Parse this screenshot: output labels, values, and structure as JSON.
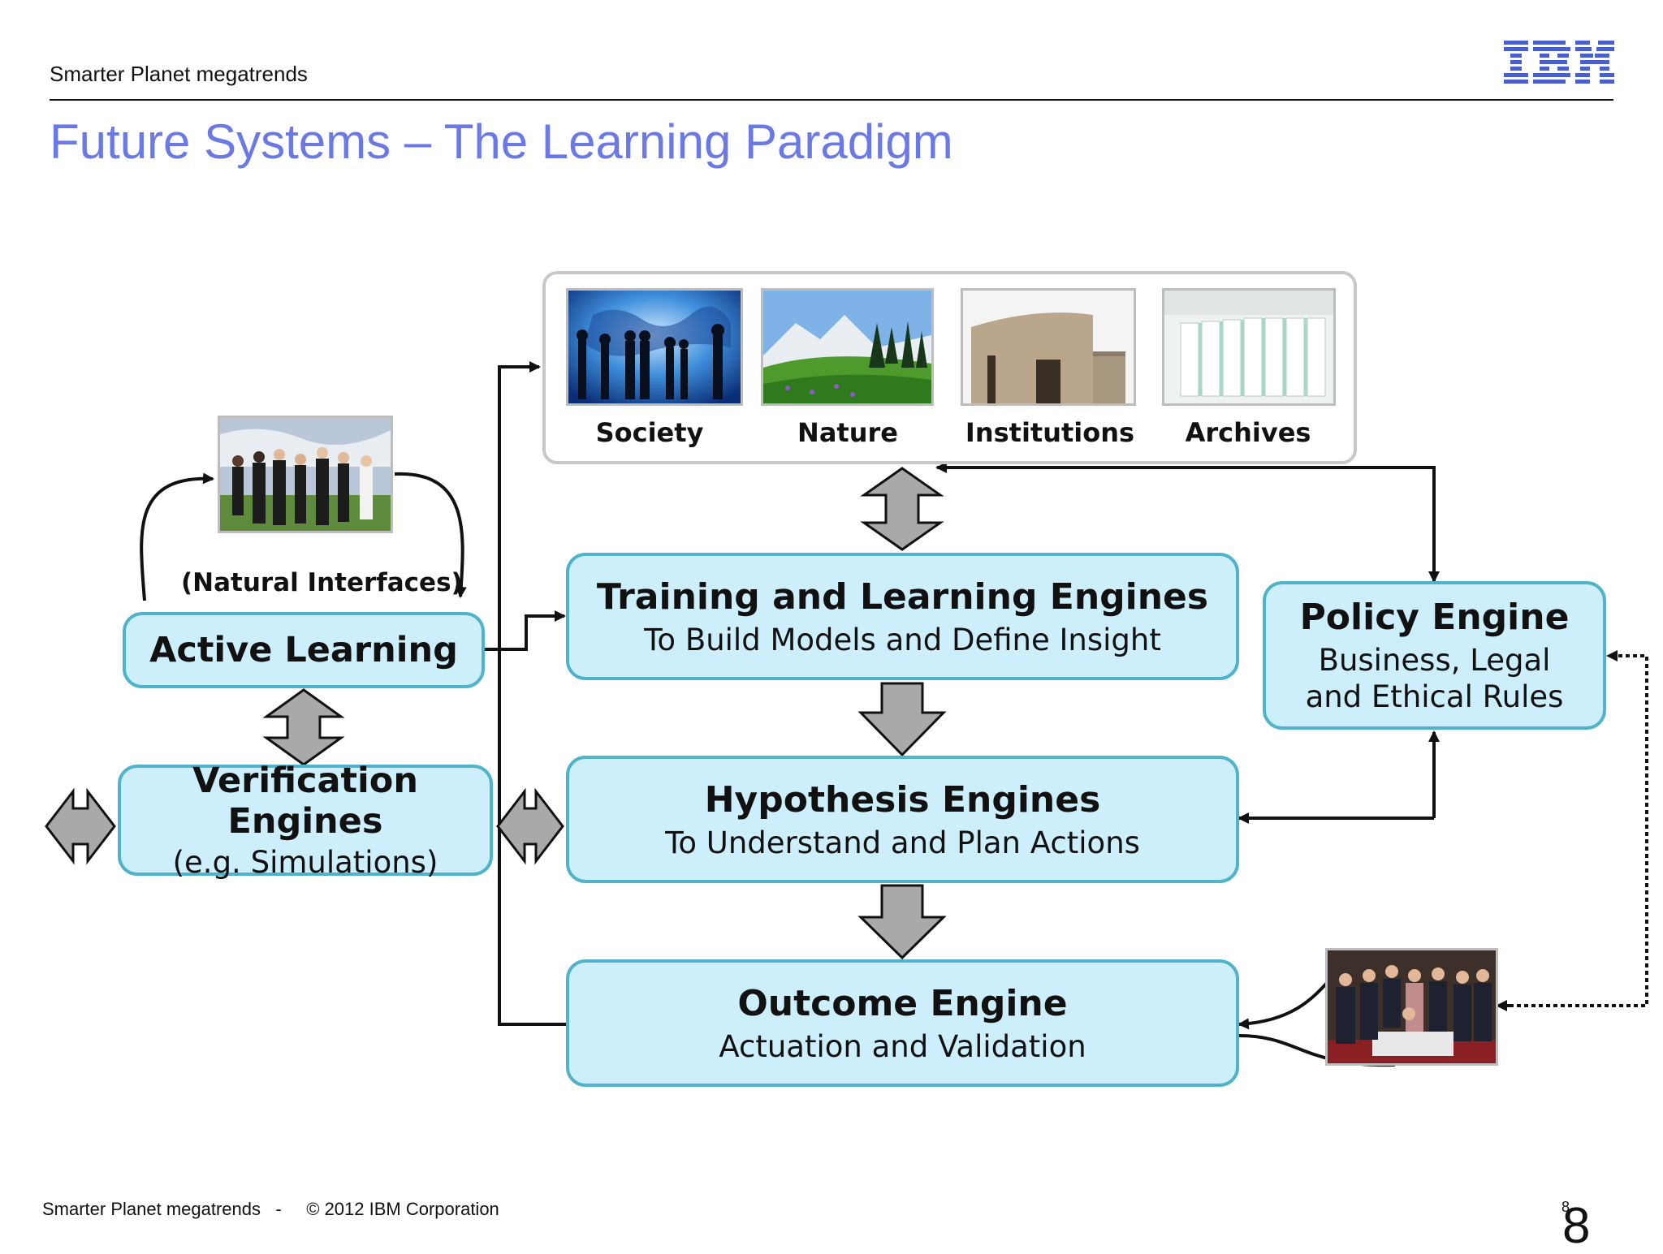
{
  "header": {
    "section": "Smarter Planet megatrends",
    "logo": "IBM"
  },
  "title": "Future Systems – The Learning Paradigm",
  "sources": {
    "items": [
      {
        "label": "Society",
        "icon": "world-map-silhouettes-image"
      },
      {
        "label": "Nature",
        "icon": "mountain-meadow-image"
      },
      {
        "label": "Institutions",
        "icon": "building-image"
      },
      {
        "label": "Archives",
        "icon": "server-room-image"
      }
    ]
  },
  "natural_interfaces": "(Natural Interfaces)",
  "boxes": {
    "active_learning": {
      "title": "Active Learning"
    },
    "verification": {
      "title": "Verification Engines",
      "subtitle": "(e.g. Simulations)"
    },
    "training": {
      "title": "Training and Learning Engines",
      "subtitle": "To Build Models and Define Insight"
    },
    "hypothesis": {
      "title": "Hypothesis Engines",
      "subtitle": "To Understand and Plan Actions"
    },
    "outcome": {
      "title": "Outcome Engine",
      "subtitle": "Actuation and Validation"
    },
    "policy": {
      "title": "Policy Engine",
      "subtitle_line1": "Business, Legal",
      "subtitle_line2": "and Ethical Rules"
    }
  },
  "footer": {
    "left": "Smarter Planet megatrends   -     © 2012 IBM Corporation",
    "page_small": "8",
    "page_big": "8"
  },
  "colors": {
    "title": "#6b79e6",
    "box_fill": "#cdeefb",
    "box_border": "#4fb3c9",
    "arrow_fill": "#a9a9a9"
  }
}
